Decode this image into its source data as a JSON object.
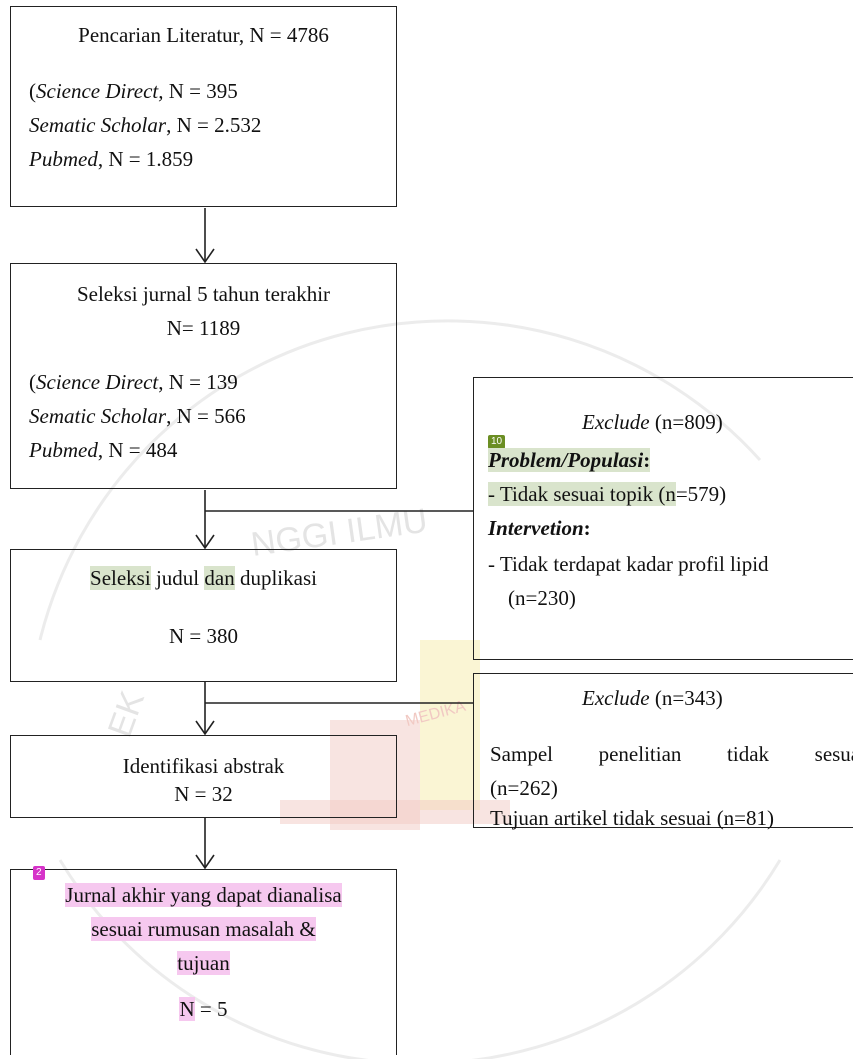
{
  "colors": {
    "text": "#111111",
    "border": "#222222",
    "highlight_green": "#d9e4cc",
    "highlight_pink": "#f6c8ef",
    "tag_green": "#6b8e23",
    "tag_pink": "#d633c9",
    "watermark_gray": "#e4e4e4",
    "watermark_red": "#f1c9c3",
    "watermark_yellow": "#f6efb8"
  },
  "box1": {
    "title": "Pencarian Literatur, N = 4786",
    "line1_name": "Science Direct,",
    "line1_value": " N = 395",
    "line2_name": "Sematic Scholar",
    "line2_value": ", N = 2.532",
    "line3_name": "Pubmed",
    "line3_value": ", N = 1.859"
  },
  "box2": {
    "title": "Seleksi jurnal 5 tahun terakhir",
    "count": "N= 1189",
    "line1_name": "Science Direct",
    "line1_value": ", N = 139",
    "line2_name": "Sematic Scholar",
    "line2_value": ", N = 566",
    "line3_name": "Pubmed",
    "line3_value": ", N = 484"
  },
  "box3": {
    "title_hl1": "Seleksi",
    "title_mid": " judul ",
    "title_hl2": "dan",
    "title_end": " duplikasi",
    "count": "N = 380"
  },
  "box4": {
    "title": "Identifikasi abstrak",
    "count": "N = 32"
  },
  "box5": {
    "tag": "2",
    "line1": "Jurnal akhir yang dapat dianalisa",
    "line2": "sesuai rumusan masalah &",
    "line3": "tujuan",
    "count_hl": "N",
    "count_rest": " = 5"
  },
  "exclude1": {
    "title_word": "Exclude",
    "title_count": " (n=809)",
    "tag": "10",
    "heading1": "Problem/Populasi",
    "heading1_colon": ":",
    "item1_hl": "- Tidak sesuai topik (n",
    "item1_rest": "=579)",
    "heading2": "Intervetion",
    "heading2_colon": ":",
    "item2_line1": "- Tidak terdapat kadar profil lipid",
    "item2_line2": "(n=230)"
  },
  "exclude2": {
    "title_word": "Exclude",
    "title_count": " (n=343)",
    "line1a": "Sampel",
    "line1b": "penelitian",
    "line1c": "tidak",
    "line1d": "sesuai",
    "line2": "(n=262)",
    "line3": "Tujuan artikel tidak sesuai (n=81)"
  },
  "watermark": {
    "text": "NGGI ILMU",
    "text2": "EK",
    "text3": "MEDIKA"
  }
}
